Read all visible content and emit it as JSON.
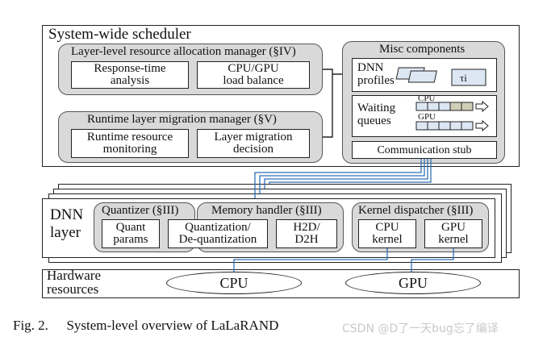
{
  "scheduler": {
    "title": "System-wide scheduler",
    "alloc": {
      "title": "Layer-level resource allocation manager (§IV)",
      "boxes": [
        "Response-time\nanalysis",
        "CPU/GPU\nload balance"
      ]
    },
    "migration": {
      "title": "Runtime layer migration manager (§V)",
      "boxes": [
        "Runtime resource\nmonitoring",
        "Layer migration\ndecision"
      ]
    },
    "misc": {
      "title": "Misc components",
      "profiles_label": "DNN\nprofiles",
      "profile_symbol": "τi",
      "queues_label": "Waiting\nqueues",
      "cpu_label": "CPU",
      "gpu_label": "GPU",
      "stub_label": "Communication stub"
    }
  },
  "dnn_layer": {
    "title": "DNN\nlayer",
    "quantizer": {
      "title": "Quantizer (§III)",
      "box": "Quant\nparams"
    },
    "shared_box": "Quantization/\nDe-quantization",
    "memory": {
      "title": "Memory handler (§III)",
      "box": "H2D/\nD2H"
    },
    "kernel": {
      "title": "Kernel dispatcher (§III)",
      "boxes": [
        "CPU\nkernel",
        "GPU\nkernel"
      ]
    }
  },
  "hardware": {
    "title": "Hardware\nresources",
    "units": [
      "CPU",
      "GPU"
    ]
  },
  "caption": {
    "prefix": "Fig. 2.",
    "text": "System-level overview of LaLaRAND",
    "watermark": "CSDN @D了一天bug忘了编译"
  },
  "colors": {
    "line_blue": "#2e6fb5",
    "queue_fill": "#dde7f4",
    "queue_fill_alt": "#cfcfb8",
    "group_gray": "#d9d9d9"
  }
}
